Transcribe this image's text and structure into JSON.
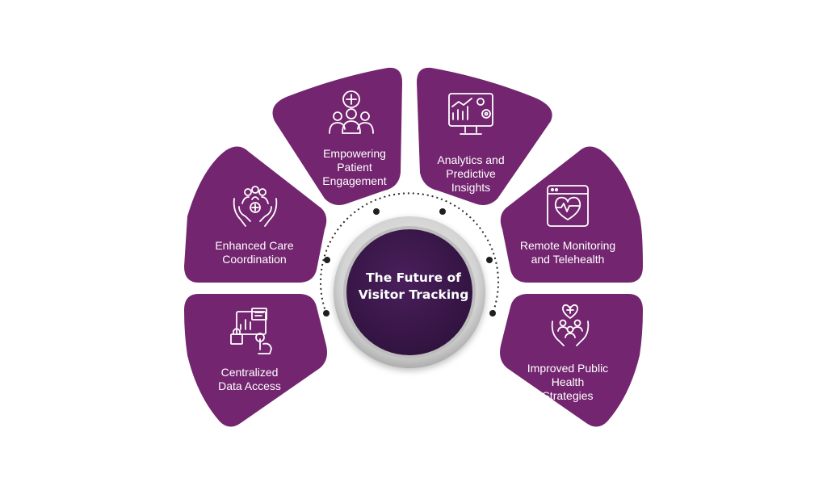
{
  "colors": {
    "petal": "#73256f",
    "petal_dark": "#5f1b5c",
    "center": "#3a1748",
    "ring": "#cfcfcf",
    "dots": "#1f1f1f",
    "icon": "#ffffff"
  },
  "center": {
    "title": "The Future of\nVisitor Tracking"
  },
  "segments": [
    {
      "id": "empowering",
      "label": "Empowering\nPatient\nEngagement",
      "icon": "medical-team-icon"
    },
    {
      "id": "analytics",
      "label": "Analytics and\nPredictive\nInsights",
      "icon": "analytics-monitor-icon"
    },
    {
      "id": "enhanced",
      "label": "Enhanced Care\nCoordination",
      "icon": "care-hands-icon"
    },
    {
      "id": "remote",
      "label": "Remote Monitoring\nand Telehealth",
      "icon": "telehealth-tablet-icon"
    },
    {
      "id": "centralized",
      "label": "Centralized\nData Access",
      "icon": "secure-data-icon"
    },
    {
      "id": "public",
      "label": "Improved Public\nHealth\nStrategies",
      "icon": "public-health-icon"
    }
  ]
}
